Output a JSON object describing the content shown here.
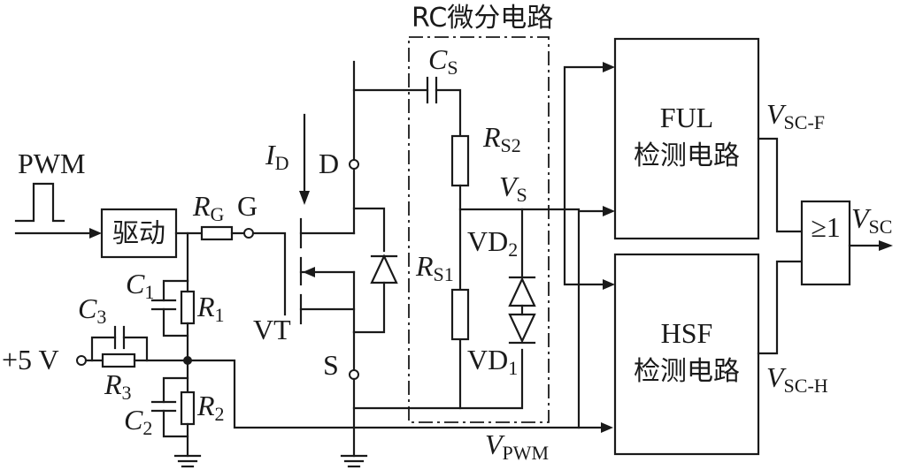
{
  "title": "RC微分电路",
  "input": {
    "pwm": "PWM"
  },
  "driver": {
    "label": "驱动"
  },
  "supply": {
    "label": "+5 V"
  },
  "resistors": {
    "rg": {
      "main": "R",
      "sub": "G"
    },
    "r1": {
      "main": "R",
      "sub": "1"
    },
    "r2": {
      "main": "R",
      "sub": "2"
    },
    "r3": {
      "main": "R",
      "sub": "3"
    },
    "rs1": {
      "main": "R",
      "sub": "S1"
    },
    "rs2": {
      "main": "R",
      "sub": "S2"
    }
  },
  "capacitors": {
    "c1": {
      "main": "C",
      "sub": "1"
    },
    "c2": {
      "main": "C",
      "sub": "2"
    },
    "c3": {
      "main": "C",
      "sub": "3"
    },
    "cs": {
      "main": "C",
      "sub": "S"
    }
  },
  "transistor": {
    "name": "VT",
    "gate": "G",
    "drain": "D",
    "source": "S",
    "current": {
      "main": "I",
      "sub": "D"
    }
  },
  "diodes": {
    "vd1": {
      "main": "VD",
      "sub": "1"
    },
    "vd2": {
      "main": "VD",
      "sub": "2"
    }
  },
  "signals": {
    "vs": {
      "main": "V",
      "sub": "S"
    },
    "vpwm": {
      "main": "V",
      "sub": "PWM"
    },
    "vscf": {
      "main": "V",
      "sub": "SC-F"
    },
    "vsch": {
      "main": "V",
      "sub": "SC-H"
    },
    "vsc": {
      "main": "V",
      "sub": "SC"
    }
  },
  "ful_block": {
    "line1": "FUL",
    "line2": "检测电路"
  },
  "hsf_block": {
    "line1": "HSF",
    "line2": "检测电路"
  },
  "or_gate": {
    "label": "≥1"
  }
}
